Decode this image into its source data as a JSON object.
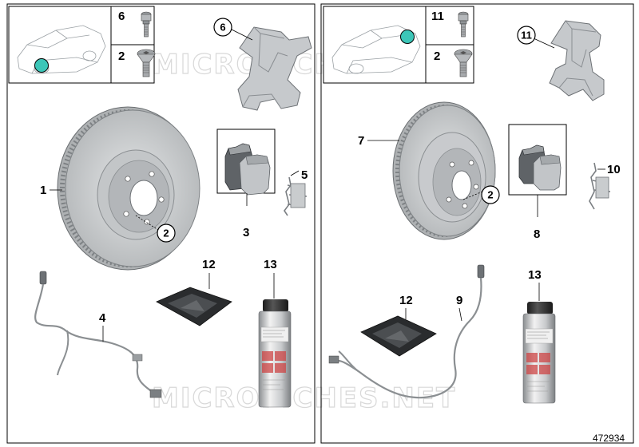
{
  "watermark": "MICROFICHES.NET",
  "diagram_id": "472934",
  "front": {
    "header": {
      "bolt_qty": "6",
      "screw_qty": "2"
    },
    "callouts": {
      "disc": "1",
      "disc_screw": "2",
      "pad_set": "3",
      "wear_sensor": "4",
      "clip": "5",
      "carrier": "6",
      "lubricant": "12",
      "spray": "13"
    }
  },
  "rear": {
    "header": {
      "bolt_qty": "11",
      "screw_qty": "2"
    },
    "callouts": {
      "disc": "7",
      "pad_set": "8",
      "wear_sensor": "9",
      "clip": "10",
      "carrier": "11",
      "disc_screw": "2",
      "lubricant": "12",
      "spray": "13"
    }
  },
  "colors": {
    "accent": "#3cc6b8",
    "line": "#000000",
    "part_grey": "#cfd2d4",
    "part_dark": "#6f7378"
  }
}
